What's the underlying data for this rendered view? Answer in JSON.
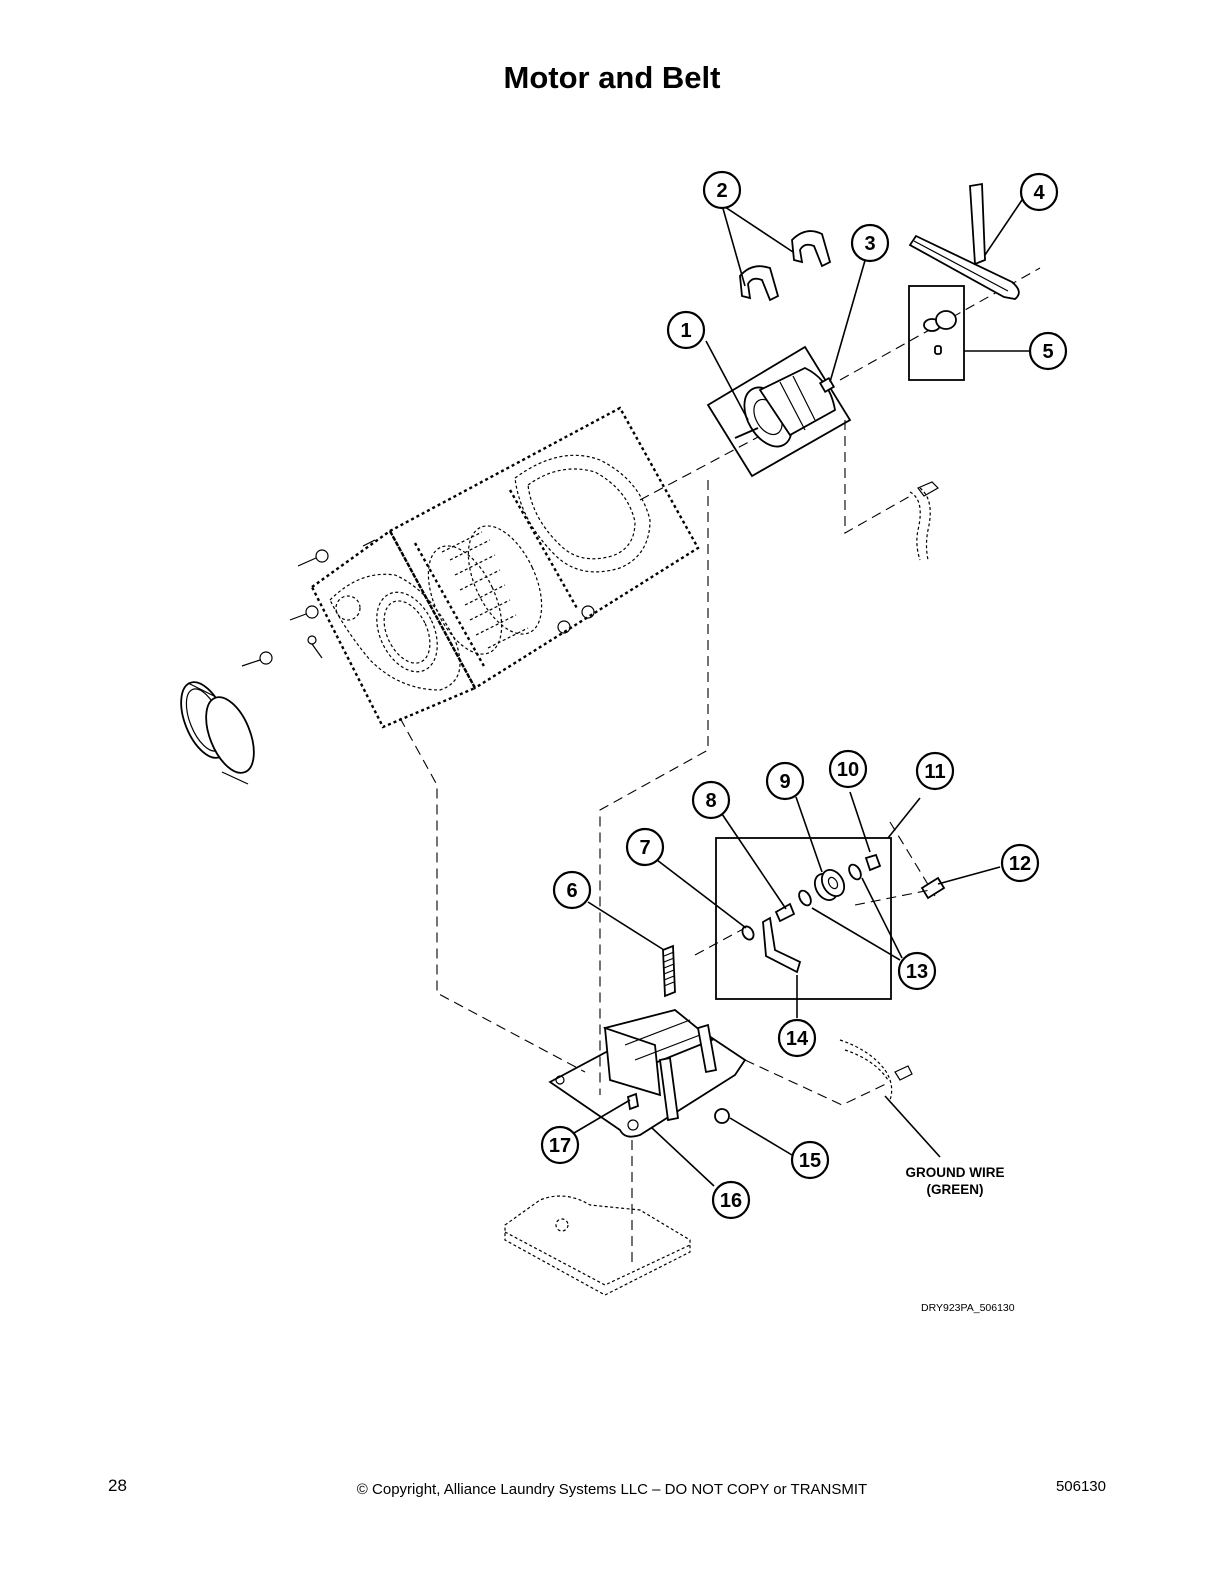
{
  "title": "Motor and Belt",
  "callouts": [
    "1",
    "2",
    "3",
    "4",
    "5",
    "6",
    "7",
    "8",
    "9",
    "10",
    "11",
    "12",
    "13",
    "14",
    "15",
    "16",
    "17"
  ],
  "note": {
    "line1": "GROUND WIRE",
    "line2": "(GREEN)"
  },
  "drawing_code": "DRY923PA_506130",
  "footer": {
    "page_number": "28",
    "copyright": "© Copyright, Alliance Laundry Systems LLC – DO NOT COPY or TRANSMIT",
    "doc_number": "506130"
  }
}
